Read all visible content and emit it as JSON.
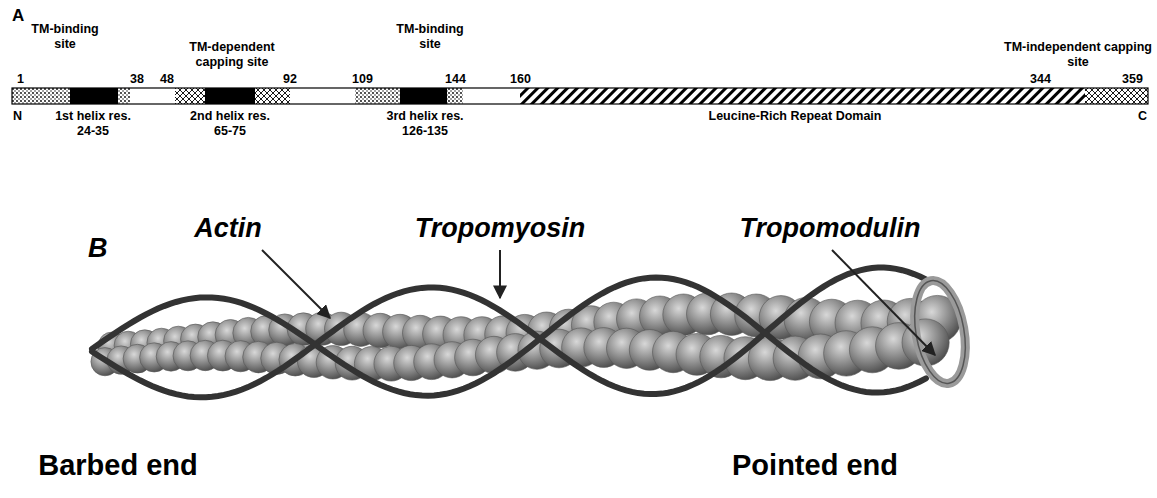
{
  "diagram": {
    "labels": [
      "A",
      "TM-binding site",
      "1",
      "38",
      "48",
      "TM-dependent capping site",
      "92",
      "109",
      "TM-binding site",
      "144",
      "160",
      "TM-independent capping site",
      "344",
      "359",
      "N",
      "1st helix res. 24-35",
      "2nd helix res. 65-75",
      "3rd helix res. 126-135",
      "Leucine-Rich Repeat Domain",
      "C",
      "B",
      "Actin",
      "Tropomyosin",
      "Tropomodulin",
      "Barbed end",
      "Pointed end"
    ]
  }
}
